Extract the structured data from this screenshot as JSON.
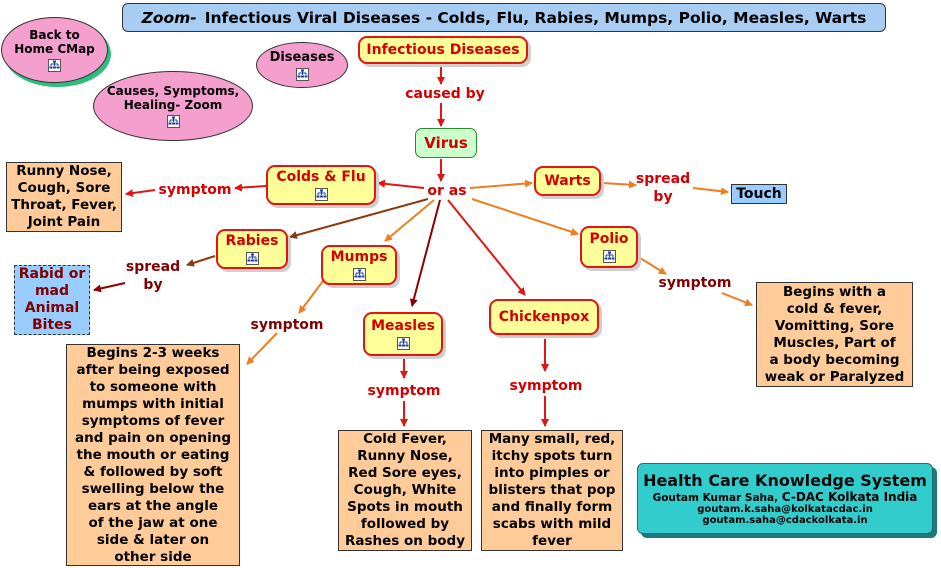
{
  "title": {
    "zoom": "Zoom-",
    "text": "Infectious Viral Diseases - Colds, Flu, Rabies, Mumps, Polio, Measles, Warts"
  },
  "nav": {
    "back": [
      "Back to",
      "Home CMap"
    ],
    "causes": [
      "Causes, Symptoms,",
      "Healing- Zoom"
    ],
    "diseases": "Diseases"
  },
  "concepts": {
    "infectious": "Infectious Diseases",
    "virus": "Virus",
    "colds": "Colds & Flu",
    "warts": "Warts",
    "touch": "Touch",
    "rabies": "Rabies",
    "mumps": "Mumps",
    "polio": "Polio",
    "measles": "Measles",
    "chickenpox": "Chickenpox",
    "rabid": [
      "Rabid or",
      "mad",
      "Animal",
      "Bites"
    ],
    "runny": [
      "Runny Nose,",
      "Cough, Sore",
      "Throat, Fever,",
      "Joint Pain"
    ],
    "mumps_sym": [
      "Begins 2-3 weeks",
      "after being exposed",
      "to someone with",
      "mumps with initial",
      "symptoms of fever",
      "and pain on opening",
      "the mouth or eating",
      "& followed by soft",
      "swelling below the",
      "ears at the angle",
      "of the jaw at one",
      "side & later on",
      "other side"
    ],
    "measles_sym": [
      "Cold Fever,",
      "Runny Nose,",
      "Red Sore eyes,",
      "Cough, White",
      "Spots in mouth",
      "followed by",
      "Rashes on body"
    ],
    "chickenpox_sym": [
      "Many small, red,",
      "itchy spots turn",
      "into pimples or",
      "blisters that pop",
      "and finally form",
      "scabs with mild",
      "fever"
    ],
    "polio_sym": [
      "Begins with a",
      "cold & fever,",
      "Vomitting, Sore",
      "Muscles, Part of",
      "a body becoming",
      "weak or Paralyzed"
    ]
  },
  "links": {
    "caused_by": "caused by",
    "or_as": "or as",
    "symptom": "symptom",
    "spread_by": [
      "spread",
      "by"
    ]
  },
  "footer": {
    "title": "Health Care Knowledge System",
    "author_name": "Goutam Kumar Saha,",
    "author_org": "C-DAC Kolkata India",
    "email1": "goutam.k.saha@kolkatacdac.in",
    "email2": "goutam.saha@cdackolkata.in"
  },
  "colors": {
    "red": "#e21515",
    "orange": "#f07d1e",
    "brown": "#8b3a0f",
    "darkred": "#8b0000"
  },
  "icon_name": "concept-map-resource-icon"
}
